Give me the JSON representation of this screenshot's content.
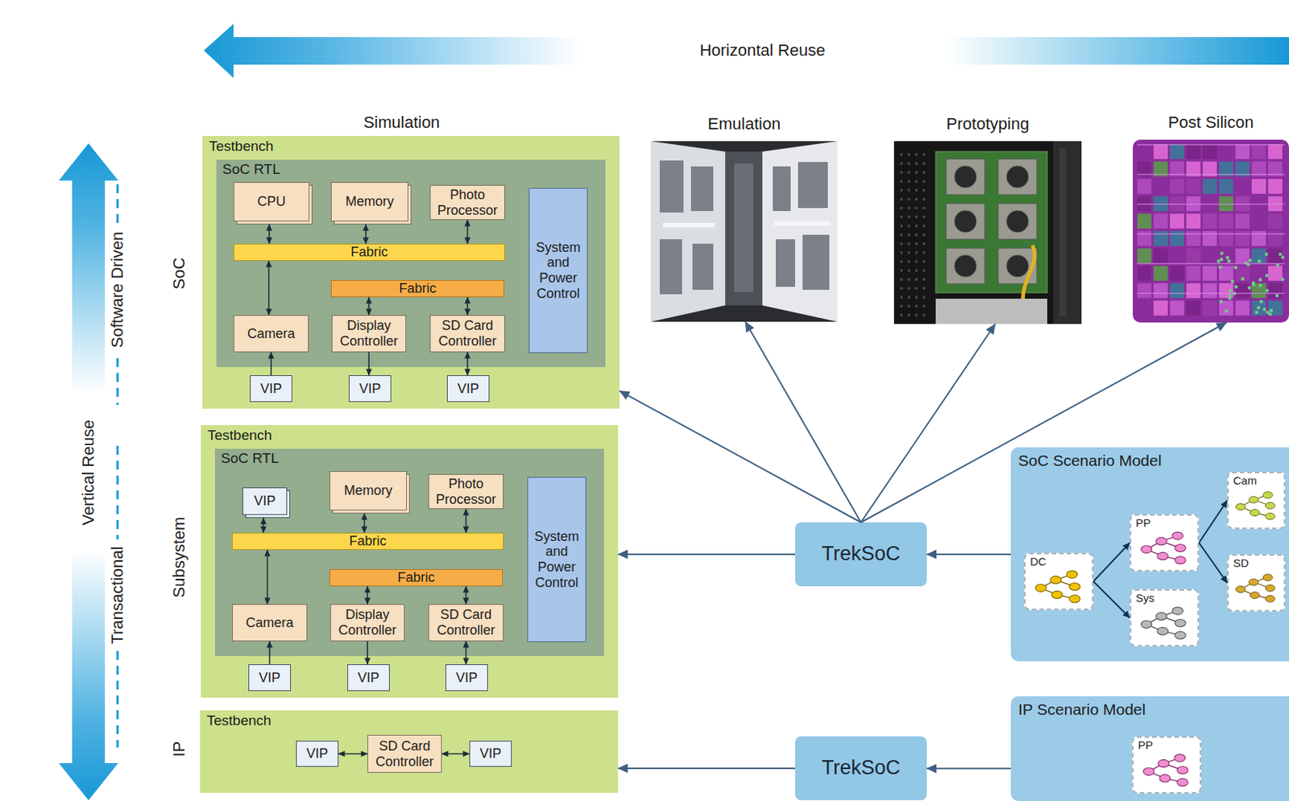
{
  "diagram": {
    "nodes": [
      {
        "text": [
          "Testbench"
        ]
      },
      {
        "text": [
          "SoC RTL"
        ],
        "in": 0
      },
      {
        "text": [
          "CPU"
        ],
        "in": 1
      },
      {
        "text": [
          "Memory"
        ],
        "in": 1
      },
      {
        "text": [
          "Photo Processor"
        ],
        "in": 1
      },
      {
        "text": [
          "Fabric"
        ],
        "in": 1
      },
      {
        "text": [
          "Fabric"
        ],
        "in": 1
      },
      {
        "text": [
          "Camera"
        ],
        "in": 1
      },
      {
        "text": [
          "Display Controller"
        ],
        "in": 1
      },
      {
        "text": [
          "SD Card Controller"
        ],
        "in": 1
      },
      {
        "text": [
          "System and Power Control"
        ],
        "in": 1
      },
      {
        "text": [
          "VIP"
        ],
        "in": 0
      },
      {
        "text": [
          "VIP"
        ],
        "in": 0
      },
      {
        "text": [
          "VIP"
        ],
        "in": 0
      },
      {
        "text": [
          "Emulation"
        ]
      },
      {
        "text": [
          "Prototyping"
        ]
      },
      {
        "text": [
          "Post Silicon"
        ]
      },
      {
        "text": [
          "Testbench"
        ]
      },
      {
        "text": [
          "SoC RTL"
        ],
        "in": 17
      },
      {
        "text": [
          "VIP"
        ],
        "in": 18
      },
      {
        "text": [
          "Memory"
        ],
        "in": 18
      },
      {
        "text": [
          "Photo Processor"
        ],
        "in": 18
      },
      {
        "text": [
          "Fabric"
        ],
        "in": 18
      },
      {
        "text": [
          "Fabric"
        ],
        "in": 18
      },
      {
        "text": [
          "Camera"
        ],
        "in": 18
      },
      {
        "text": [
          "Display Controller"
        ],
        "in": 18
      },
      {
        "text": [
          "SD Card Controller"
        ],
        "in": 18
      },
      {
        "text": [
          "System and Power Control"
        ],
        "in": 18
      },
      {
        "text": [
          "VIP"
        ],
        "in": 17
      },
      {
        "text": [
          "VIP"
        ],
        "in": 17
      },
      {
        "text": [
          "VIP"
        ],
        "in": 17
      },
      {
        "text": [
          "TrekSoC"
        ]
      },
      {
        "text": [
          "SoC Scenario Model"
        ]
      },
      {
        "text": [
          "DC"
        ],
        "in": 32
      },
      {
        "text": [
          "PP"
        ],
        "in": 32
      },
      {
        "text": [
          "Sys"
        ],
        "in": 32
      },
      {
        "text": [
          "Cam"
        ],
        "in": 32
      },
      {
        "text": [
          "SD"
        ],
        "in": 32
      },
      {
        "text": [
          "Testbench"
        ]
      },
      {
        "text": [
          "VIP"
        ],
        "in": 38
      },
      {
        "text": [
          "SD Card Controller"
        ],
        "in": 38
      },
      {
        "text": [
          "VIP"
        ],
        "in": 38
      },
      {
        "text": [
          "TrekSoC"
        ]
      },
      {
        "text": [
          "IP Scenario Model"
        ]
      },
      {
        "text": [
          "PP"
        ],
        "in": 43
      }
    ],
    "edges": [
      {
        "from": 2,
        "to": 5,
        "arrow": "both"
      },
      {
        "from": 3,
        "to": 5,
        "arrow": "both"
      },
      {
        "from": 4,
        "to": 5,
        "arrow": "both"
      },
      {
        "from": 5,
        "to": 7,
        "arrow": "both"
      },
      {
        "from": 8,
        "to": 6,
        "arrow": "both"
      },
      {
        "from": 9,
        "to": 6,
        "arrow": "both"
      },
      {
        "from": 11,
        "to": 7,
        "arrow": "to"
      },
      {
        "from": 8,
        "to": 12,
        "arrow": "to"
      },
      {
        "from": 9,
        "to": 13,
        "arrow": "both"
      },
      {
        "from": 19,
        "to": 22,
        "arrow": "both"
      },
      {
        "from": 20,
        "to": 22,
        "arrow": "both"
      },
      {
        "from": 21,
        "to": 22,
        "arrow": "both"
      },
      {
        "from": 22,
        "to": 24,
        "arrow": "both"
      },
      {
        "from": 25,
        "to": 23,
        "arrow": "both"
      },
      {
        "from": 26,
        "to": 23,
        "arrow": "both"
      },
      {
        "from": 28,
        "to": 24,
        "arrow": "to"
      },
      {
        "from": 25,
        "to": 29,
        "arrow": "to"
      },
      {
        "from": 26,
        "to": 30,
        "arrow": "both"
      },
      {
        "from": 39,
        "to": 40,
        "arrow": "both"
      },
      {
        "from": 40,
        "to": 41,
        "arrow": "both"
      },
      {
        "from": 31,
        "to": 0,
        "arrow": "to"
      },
      {
        "from": 31,
        "to": 14,
        "arrow": "to"
      },
      {
        "from": 31,
        "to": 15,
        "arrow": "to"
      },
      {
        "from": 31,
        "to": 16,
        "arrow": "to"
      },
      {
        "from": 31,
        "to": 17,
        "arrow": "to"
      },
      {
        "from": 32,
        "to": 31,
        "arrow": "to"
      },
      {
        "from": 33,
        "to": 34,
        "arrow": "to"
      },
      {
        "from": 33,
        "to": 35,
        "arrow": "to"
      },
      {
        "from": 34,
        "to": 36,
        "arrow": "to"
      },
      {
        "from": 34,
        "to": 37,
        "arrow": "to"
      },
      {
        "from": 42,
        "to": 38,
        "arrow": "to"
      },
      {
        "from": 43,
        "to": 42,
        "arrow": "to"
      }
    ],
    "labels": [
      "Horizontal Reuse",
      "Vertical Reuse",
      "Software Driven",
      "Transactional",
      "Simulation",
      "SoC",
      "Subsystem",
      "IP"
    ]
  }
}
